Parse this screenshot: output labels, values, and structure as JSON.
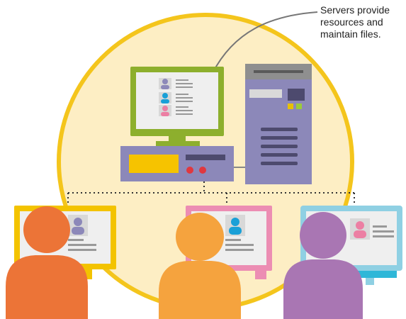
{
  "caption": {
    "lines": [
      "Servers provide",
      "resources and",
      "maintain files."
    ]
  },
  "colors": {
    "circle_fill": "#fdeec4",
    "circle_stroke": "#f4c51c",
    "server_monitor": "#8daf2d",
    "server_box": "#8c88b9",
    "tower_top": "#8f8f8f",
    "tower_body": "#8c88b9",
    "client_left_frame": "#f3c300",
    "client_middle_frame": "#ec8db3",
    "client_right_frame": "#8fd0e3",
    "person_left": "#ec7437",
    "person_middle": "#f5a33e",
    "person_right": "#a976b3"
  },
  "icons": [
    "server-computer-icon",
    "server-tower-icon",
    "user-card-icon",
    "person-icon",
    "arrow-icon"
  ]
}
